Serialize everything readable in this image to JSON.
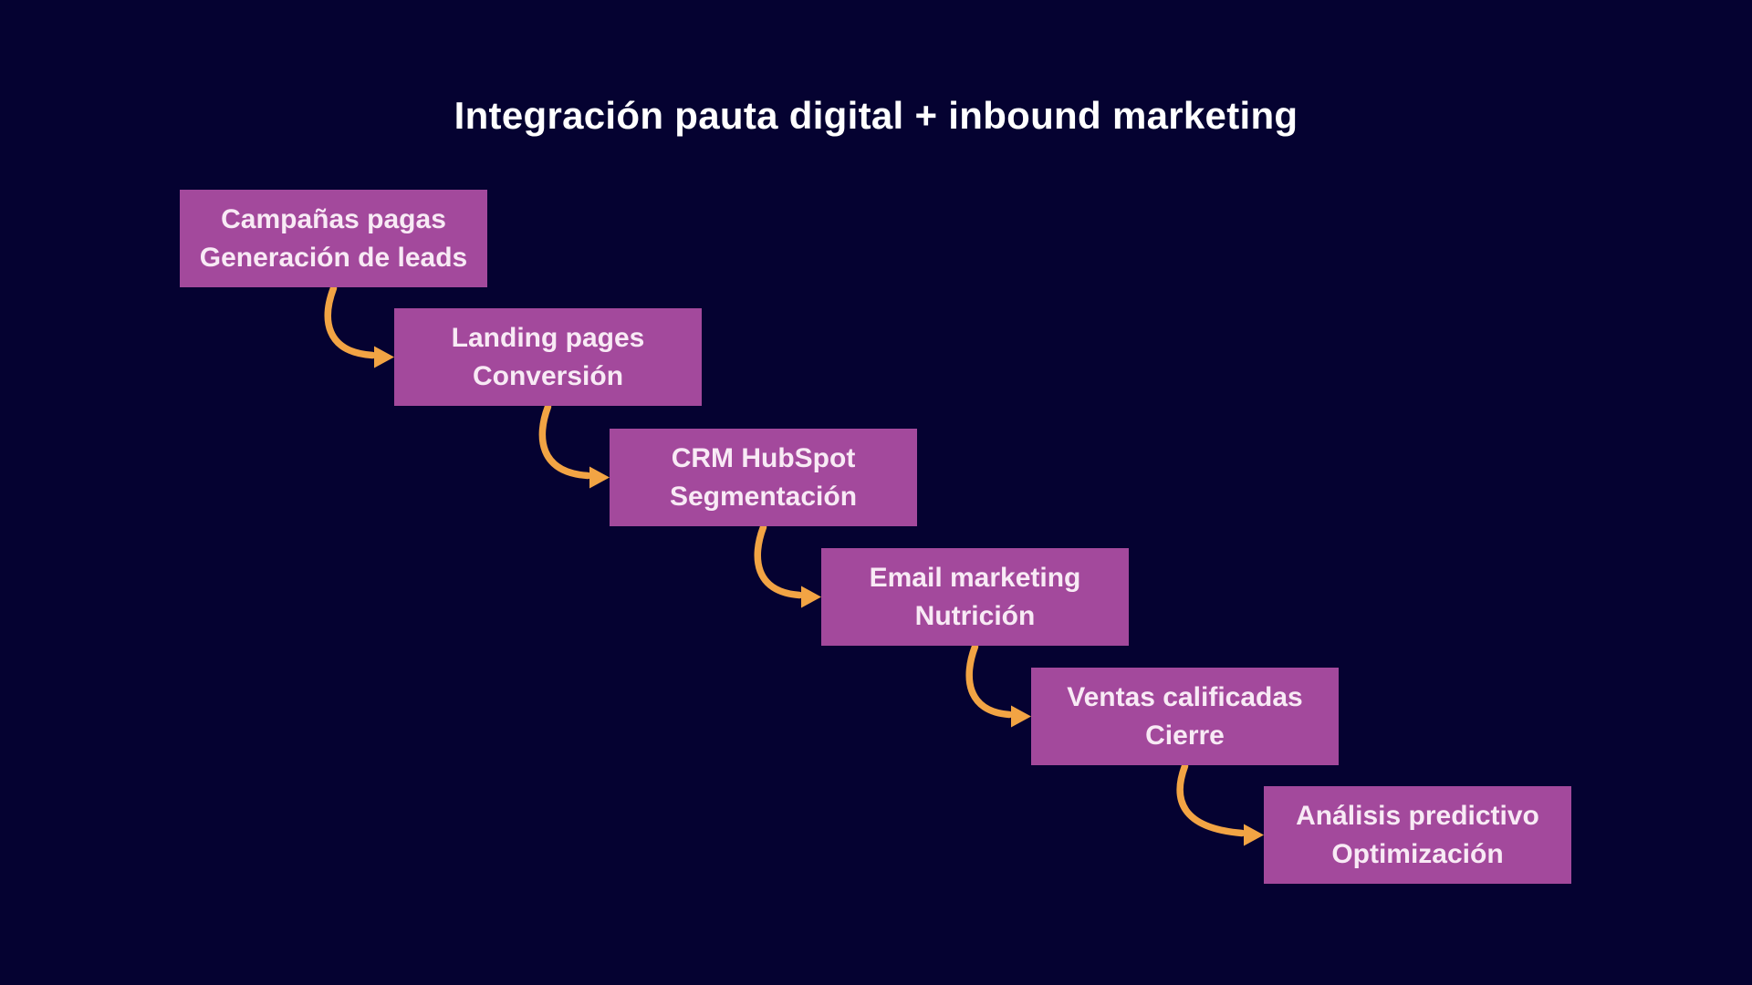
{
  "title": "Integración pauta digital + inbound marketing",
  "colors": {
    "background": "#050231",
    "box": "#A3499C",
    "box_text": "#F8EAF5",
    "title_text": "#FFFFFF",
    "arrow": "#F2A444"
  },
  "steps": [
    {
      "line1": "Campañas pagas",
      "line2": "Generación de leads"
    },
    {
      "line1": "Landing pages",
      "line2": "Conversión"
    },
    {
      "line1": "CRM HubSpot",
      "line2": "Segmentación"
    },
    {
      "line1": "Email marketing",
      "line2": "Nutrición"
    },
    {
      "line1": "Ventas calificadas",
      "line2": "Cierre"
    },
    {
      "line1": "Análisis predictivo",
      "line2": "Optimización"
    }
  ]
}
